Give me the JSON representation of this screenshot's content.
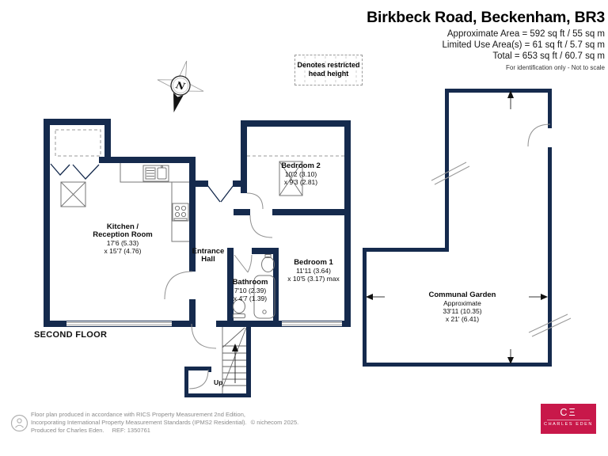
{
  "header": {
    "title": "Birkbeck Road, Beckenham, BR3",
    "approximate_area": "Approximate Area = 592 sq ft / 55 sq m",
    "limited_use_area": "Limited Use Area(s) = 61 sq ft / 5.7 sq m",
    "total_area": "Total = 653 sq ft / 60.7 sq m",
    "disclaimer": "For identification only - Not to scale"
  },
  "legend": {
    "line1": "Denotes restricted",
    "line2": "head height"
  },
  "compass": {
    "north": "N"
  },
  "floorplan": {
    "floor_label": "SECOND FLOOR",
    "kitchen": {
      "name_line1": "Kitchen /",
      "name_line2": "Reception Room",
      "dims_line1": "17'6 (5.33)",
      "dims_line2": "x 15'7 (4.76)"
    },
    "bedroom2": {
      "name": "Bedroom 2",
      "dims_line1": "10'2 (3.10)",
      "dims_line2": "x 9'3 (2.81)"
    },
    "bedroom1": {
      "name": "Bedroom 1",
      "dims_line1": "11'11 (3.64)",
      "dims_line2": "x 10'5 (3.17) max"
    },
    "entrance_hall": {
      "name_line1": "Entrance",
      "name_line2": "Hall"
    },
    "bathroom": {
      "name": "Bathroom",
      "dims_line1": "7'10 (2.39)",
      "dims_line2": "x 4'7 (1.39)"
    },
    "stairs": {
      "up_label": "Up"
    },
    "garden": {
      "name": "Communal Garden",
      "qualifier": "Approximate",
      "dims_line1": "33'11 (10.35)",
      "dims_line2": "x 21' (6.41)"
    }
  },
  "footer": {
    "line1": "Floor plan produced in accordance with RICS Property Measurement 2nd Edition,",
    "line2": "Incorporating International Property Measurement Standards (IPMS2 Residential).",
    "copyright": "© nichecom 2025.",
    "line3": "Produced for Charles Eden.",
    "ref": "REF: 1350761"
  },
  "agency_logo": {
    "monogram": "CΞ",
    "name": "CHARLES EDEN"
  },
  "colors": {
    "wall-navy": "#152A4D",
    "brand-red": "#C8184A"
  }
}
